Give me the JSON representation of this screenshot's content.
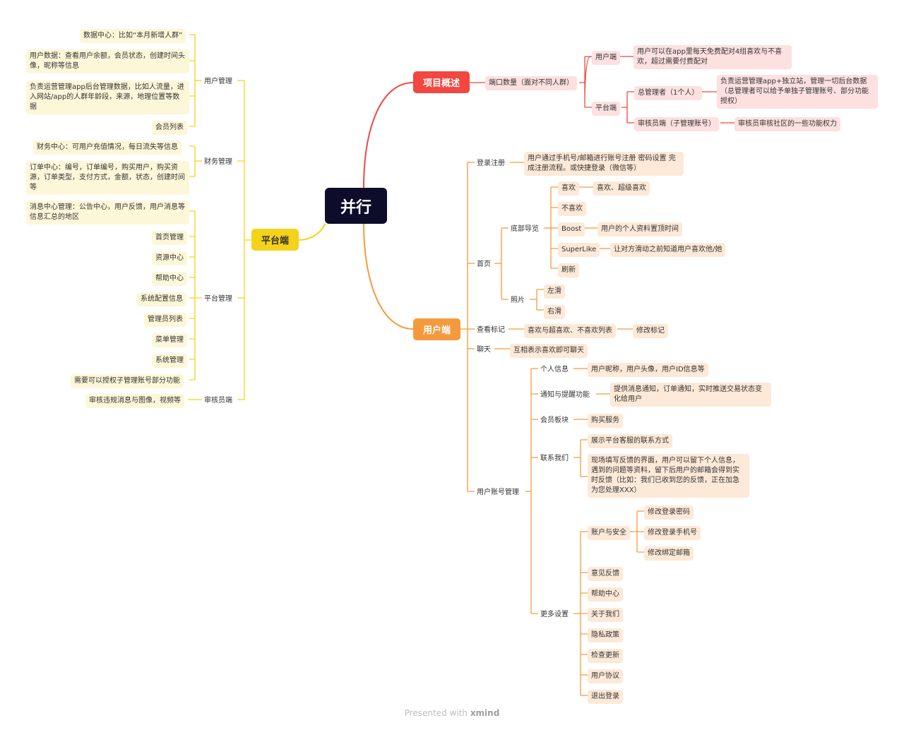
{
  "root": "并行",
  "colors": {
    "red": "#f2473f",
    "orange": "#f59a3c",
    "yellow": "#f5d21a",
    "root_bg": "#0d0d2b"
  },
  "overview": {
    "title": "项目概述",
    "ports": "端口数量（面对不同人群）",
    "user_port": "用户端",
    "user_port_desc": "用户可以在app里每天免费配对4组喜欢与不喜欢，超过需要付费配对",
    "platform_port": "平台端",
    "super_admin": "总管理者（1个人）",
    "super_admin_desc": "负责运营管理app+独立站，管理一切后台数据（总管理者可以给予单独子管理账号、部分功能授权）",
    "auditor": "审核员端（子管理账号）",
    "auditor_desc": "审核员审核社区的一些功能权力"
  },
  "user_end": {
    "title": "用户端",
    "login": "登录注册",
    "login_desc": "用户通过手机号/邮箱进行账号注册 密码设置 完成注册流程。或快捷登录（微信等）",
    "home": "首页",
    "bottom_nav": "底部导览",
    "like": "喜欢",
    "like_desc": "喜欢、超级喜欢",
    "dislike": "不喜欢",
    "boost": "Boost",
    "boost_desc": "用户的个人资料置顶时间",
    "superlike": "SuperLike",
    "superlike_desc": "让对方滑动之前知道用户喜欢他/她",
    "refresh": "刷新",
    "photo": "照片",
    "swipe_left": "左滑",
    "swipe_right": "右滑",
    "marks": "查看标记",
    "marks_list": "喜欢与超喜欢、不喜欢列表",
    "edit_marks": "修改标记",
    "chat": "聊天",
    "chat_desc": "互相表示喜欢即可聊天",
    "account": "用户账号管理",
    "profile": "个人信息",
    "profile_desc": "用户昵称，用户头像，用户ID信息等",
    "notify": "通知与提醒功能",
    "notify_desc": "提供消息通知，订单通知，实时推送交易状态变化给用户",
    "member": "会员板块",
    "member_desc": "购买服务",
    "contact": "联系我们",
    "contact_a": "展示平台客服的联系方式",
    "contact_b": "现场填写反馈的界面，用户可以留下个人信息，遇到的问题等资料，留下后用户的邮箱会得到实时反馈（比如：我们已收到您的反馈，正在加急为您处理XXX）",
    "more": "更多设置",
    "security": "账户与安全",
    "sec_pwd": "修改登录密码",
    "sec_phone": "修改登录手机号",
    "sec_mail": "修改绑定邮箱",
    "feedback": "意见反馈",
    "help": "帮助中心",
    "about": "关于我们",
    "privacy": "隐私政策",
    "update": "检查更新",
    "agreement": "用户协议",
    "logout": "退出登录"
  },
  "platform": {
    "title": "平台端",
    "user_mgmt": "用户管理",
    "data_center": "数据中心：比如“本月新增人群”",
    "user_data": "用户数据：查看用户余额，会员状态，创建时间头像，昵称等信息",
    "ops_data": "负责运营管理app后台管理数据，比如人流量，进入网站/app的人群年龄段，来源，地理位置等数据",
    "member_list": "会员列表",
    "finance": "财务管理",
    "fin_center": "财务中心：可用户充值情况，每日流失等信息",
    "order_center": "订单中心：编号，订单编号，购买用户，购买资源，订单类型，支付方式，金额，状态，创建时间等",
    "plat_mgmt": "平台管理",
    "msg_center": "消息中心管理：公告中心，用户反馈，用户消息等信息汇总的地区",
    "home_mgmt": "首页管理",
    "resource": "资源中心",
    "help": "帮助中心",
    "sys_config": "系统配置信息",
    "admin_list": "管理员列表",
    "menu_mgmt": "菜单管理",
    "sys_mgmt": "系统管理",
    "sub_auth": "需要可以授权子管理账号部分功能",
    "auditor": "审核员端",
    "audit_desc": "审核违规消息与图像，视频等"
  },
  "footer": {
    "prefix": "Presented with ",
    "brand": "xmind"
  }
}
